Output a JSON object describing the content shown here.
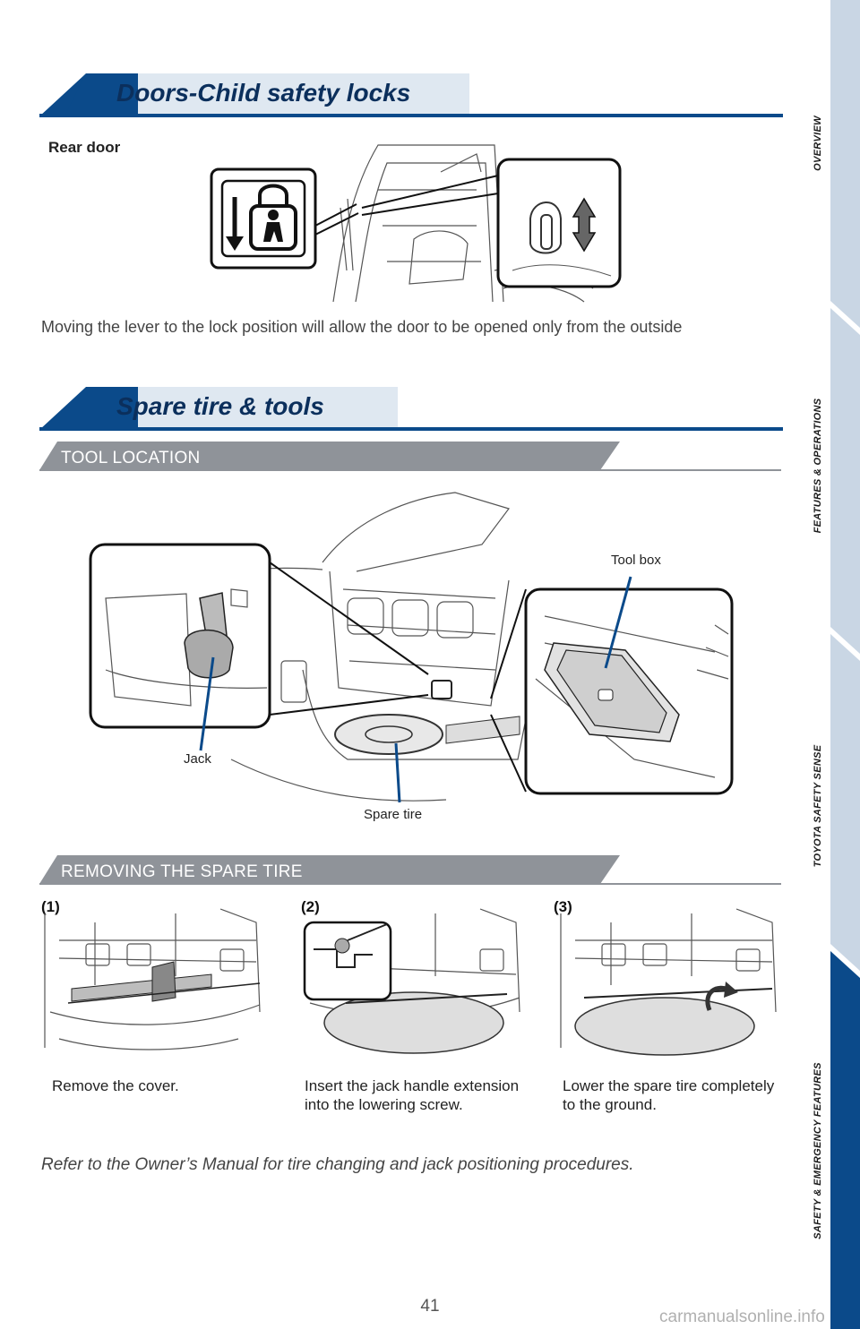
{
  "sections": {
    "child_locks": {
      "title": "Doors-Child safety locks",
      "image_label": "Rear door",
      "description": "Moving the lever to the lock position will allow the door to be opened only from the outside"
    },
    "spare_tire": {
      "title": "Spare tire & tools",
      "tool_location": {
        "heading": "TOOL LOCATION",
        "labels": {
          "tool_box": "Tool box",
          "jack": "Jack",
          "spare_tire": "Spare tire"
        }
      },
      "removing": {
        "heading": "REMOVING THE SPARE TIRE",
        "steps": [
          {
            "num": "(1)",
            "text": "Remove the cover."
          },
          {
            "num": "(2)",
            "text": "Insert the jack handle extension into the lowering screw."
          },
          {
            "num": "(3)",
            "text": "Lower the spare tire completely to the ground."
          }
        ]
      },
      "note": "Refer to the Owner’s Manual for tire changing and jack positioning procedures."
    }
  },
  "side_nav": {
    "tabs": [
      {
        "label": "OVERVIEW",
        "active": false
      },
      {
        "label": "FEATURES & OPERATIONS",
        "active": false
      },
      {
        "label": "TOYOTA SAFETY SENSE",
        "active": false
      },
      {
        "label": "SAFETY & EMERGENCY FEATURES",
        "active": true
      }
    ]
  },
  "page_number": "41",
  "watermark": "carmanualsonline.info",
  "colors": {
    "brand_blue": "#0b4a8a",
    "nav_inactive": "#c9d6e4",
    "nav_active": "#0b4a8a",
    "sub_header_gray": "#8f9399"
  }
}
